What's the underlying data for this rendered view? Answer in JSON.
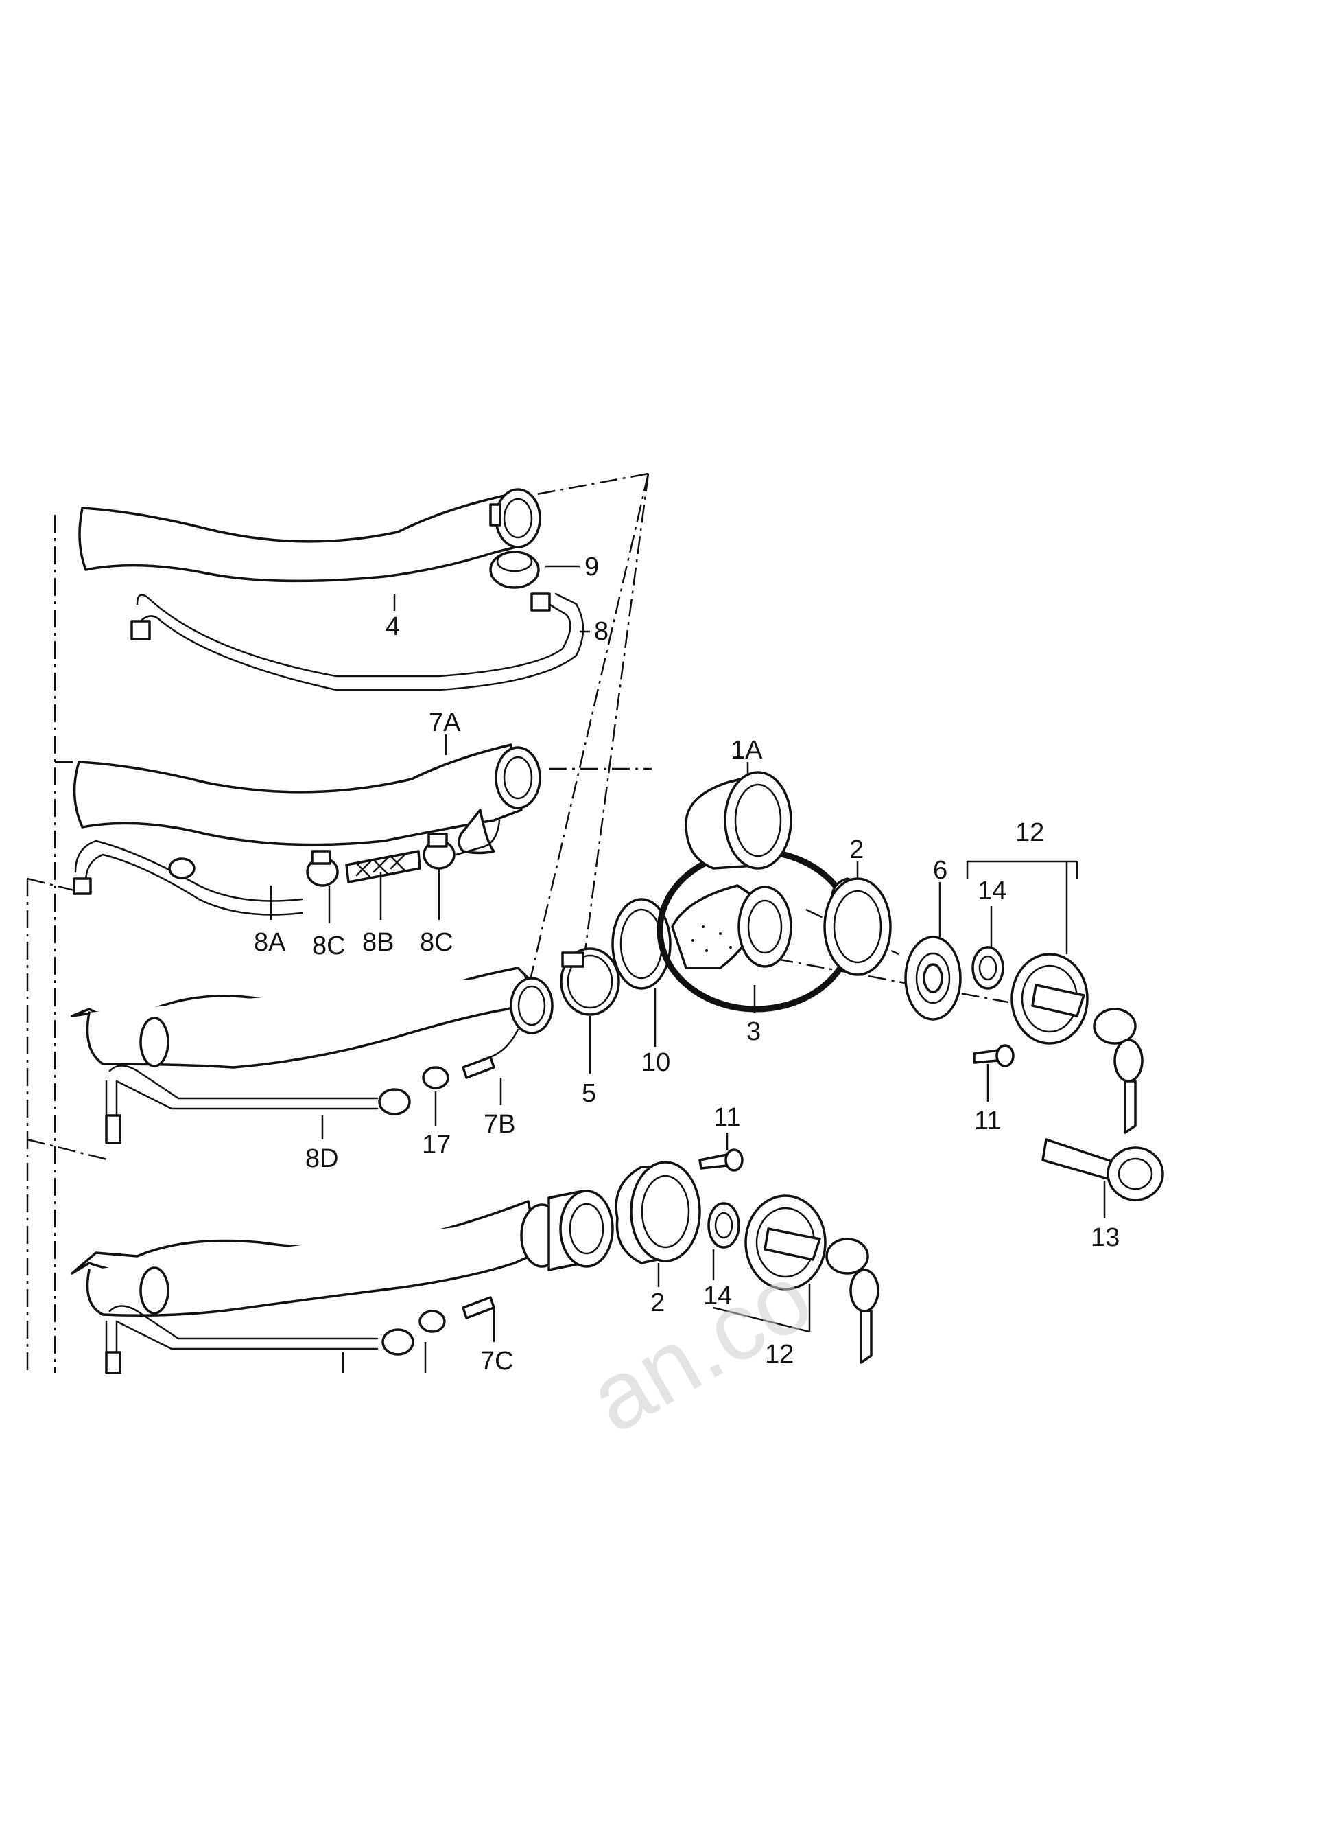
{
  "diagram": {
    "labels": {
      "l4": "4",
      "l9": "9",
      "l8": "8",
      "l7A": "7A",
      "l8A": "8A",
      "l8C_1": "8C",
      "l8B": "8B",
      "l8C_2": "8C",
      "l1A": "1A",
      "l2_top": "2",
      "l6": "6",
      "l12_top": "12",
      "l14_top": "14",
      "l3": "3",
      "l5": "5",
      "l10": "10",
      "l11_top": "11",
      "l8D": "8D",
      "l17": "17",
      "l7B": "7B",
      "l11_bottom": "11",
      "l13": "13",
      "l2_bottom": "2",
      "l14_bottom": "14",
      "l12_bottom": "12",
      "l7C": "7C"
    },
    "watermark": "an.co"
  }
}
